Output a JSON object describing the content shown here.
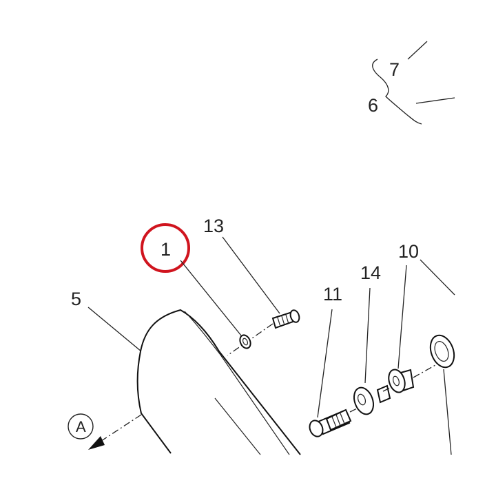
{
  "callouts": {
    "c1": "1",
    "c5": "5",
    "c6": "6",
    "c7": "7",
    "c10": "10",
    "c11": "11",
    "c13": "13",
    "c14": "14",
    "view_a": "A"
  },
  "colors": {
    "highlight": "#d0141e",
    "line": "#222222"
  }
}
